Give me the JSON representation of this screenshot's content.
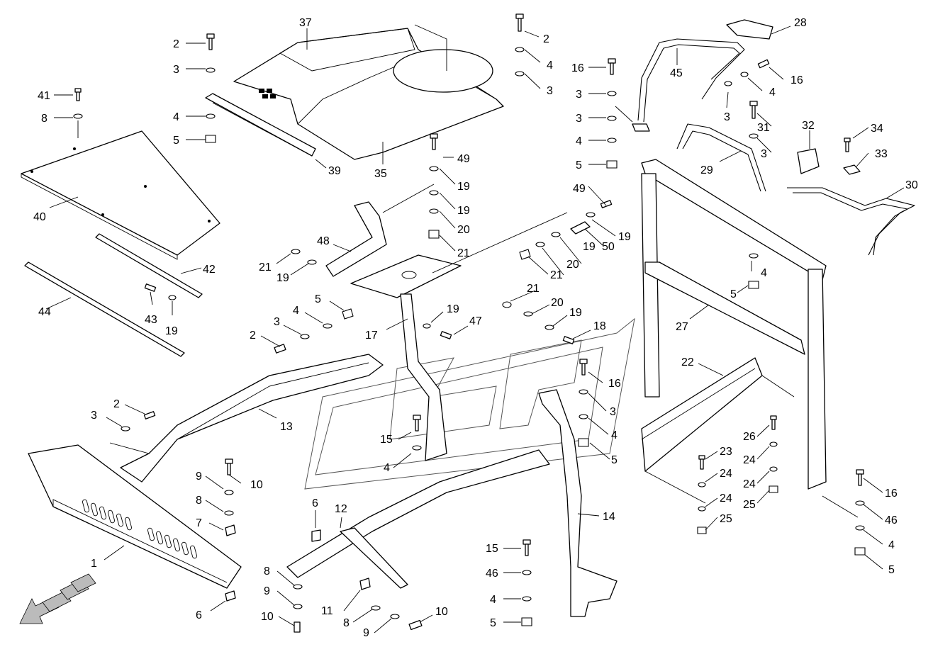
{
  "figure": {
    "type": "exploded-parts-diagram",
    "callouts": [
      "37",
      "2",
      "3",
      "4",
      "5",
      "39",
      "35",
      "41",
      "8",
      "40",
      "42",
      "44",
      "43",
      "19",
      "48",
      "21",
      "49",
      "20",
      "17",
      "47",
      "18",
      "13",
      "1",
      "6",
      "9",
      "10",
      "7",
      "11",
      "12",
      "15",
      "16",
      "14",
      "50",
      "45",
      "28",
      "31",
      "32",
      "34",
      "33",
      "29",
      "30",
      "27",
      "22",
      "23",
      "24",
      "25",
      "26",
      "46"
    ]
  }
}
